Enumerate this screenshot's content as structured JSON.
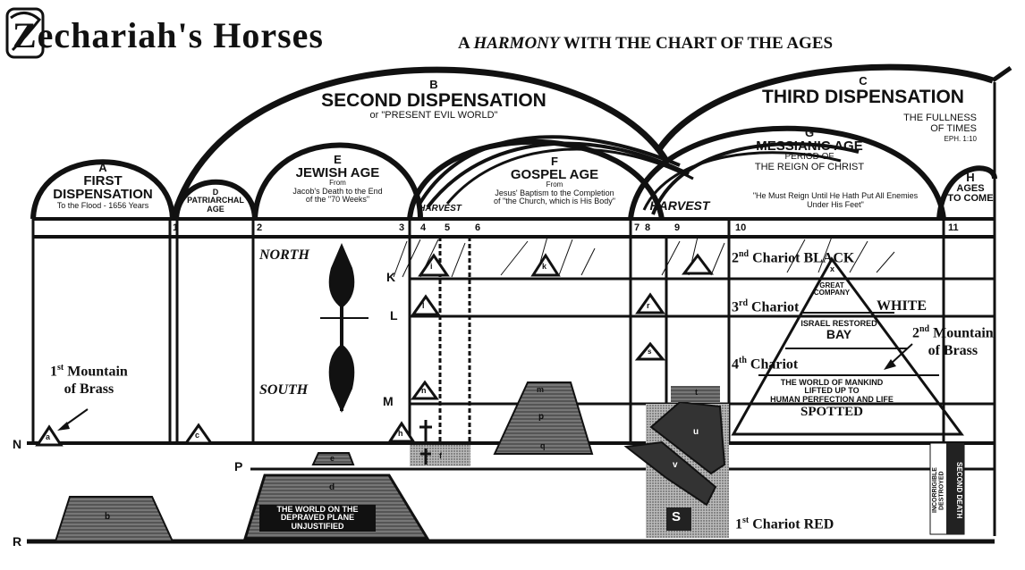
{
  "title": "Zechariah's Horses",
  "subtitle_prefix": "A ",
  "subtitle_em": "HARMONY",
  "subtitle_suffix": " WITH THE CHART OF THE AGES",
  "dispensations": {
    "a_letter": "A",
    "a_line1": "FIRST",
    "a_line2": "DISPENSATION",
    "a_note": "To the Flood - 1656 Years",
    "b_letter": "B",
    "b_name": "SECOND DISPENSATION",
    "b_note": "or \"PRESENT EVIL WORLD\"",
    "c_letter": "C",
    "c_name": "THIRD DISPENSATION",
    "c_note1": "THE FULLNESS",
    "c_note2": "OF TIMES",
    "c_ref": "EPH. 1:10"
  },
  "ages": {
    "d_letter": "D",
    "d_line1": "PATRIARCHAL",
    "d_line2": "AGE",
    "e_letter": "E",
    "e_name": "JEWISH AGE",
    "e_note1": "From",
    "e_note2": "Jacob's Death to the End",
    "e_note3": "of the \"70 Weeks\"",
    "f_letter": "F",
    "f_name": "GOSPEL AGE",
    "f_note1": "From",
    "f_note2": "Jesus' Baptism to the Completion",
    "f_note3": "of \"the Church, which is His Body\"",
    "g_letter": "G",
    "g_name": "MESSIANIC AGE",
    "g_note1": "PERIOD OF",
    "g_note2": "THE REIGN OF CHRIST",
    "g_quote1": "\"He Must Reign Until He Hath Put All Enemies",
    "g_quote2": "Under His Feet\"",
    "h_letter": "H",
    "h_line1": "AGES",
    "h_line2": "TO COME",
    "harvest1": "HARVEST",
    "harvest2": "HARVEST"
  },
  "column_numbers": [
    "1",
    "2",
    "3",
    "4",
    "5",
    "6",
    "7",
    "8",
    "9",
    "10",
    "11"
  ],
  "row_labels": [
    "K",
    "L",
    "M",
    "N",
    "P",
    "R"
  ],
  "compass": {
    "north": "NORTH",
    "south": "SOUTH"
  },
  "annotations": {
    "mountain1_line1": "1",
    "mountain1_sup": "st",
    "mountain1_line2": " Mountain",
    "mountain1_line3": "of Brass",
    "mountain2_line1": "2",
    "mountain2_sup": "nd",
    "mountain2_line2": " Mountain",
    "mountain2_line3": "of Brass",
    "chariot2_num": "2",
    "chariot2_sup": "nd",
    "chariot2_text": " Chariot BLACK",
    "chariot3_num": "3",
    "chariot3_sup": "rd",
    "chariot3_text": " Chariot",
    "chariot3_color": "WHITE",
    "chariot4_num": "4",
    "chariot4_sup": "th",
    "chariot4_text": " Chariot",
    "chariot1_num": "1",
    "chariot1_sup": "st",
    "chariot1_text": " Chariot RED"
  },
  "pyramid": {
    "great_company1": "GREAT",
    "great_company2": "COMPANY",
    "israel": "ISRAEL RESTORED",
    "bay": "BAY",
    "world1": "THE WORLD OF MANKIND",
    "world2": "LIFTED UP TO",
    "world3": "HUMAN PERFECTION AND LIFE",
    "spotted": "SPOTTED"
  },
  "plane_text1": "THE WORLD ON THE",
  "plane_text2": "DEPRAVED PLANE UNJUSTIFIED",
  "second_death1": "SECOND DEATH",
  "second_death2": "INCORRIGIBLE DESTROYED",
  "figure_letters": {
    "a": "a",
    "b": "b",
    "c": "c",
    "d": "d",
    "e": "e",
    "f": "f",
    "h": "h",
    "i": "i",
    "k": "k",
    "l": "l",
    "m": "m",
    "n": "n",
    "p": "p",
    "q": "q",
    "r": "r",
    "s": "s",
    "t": "t",
    "u": "u",
    "v": "v",
    "x": "x",
    "S": "S"
  },
  "colors": {
    "ink": "#111111",
    "hatch": "#555555",
    "paper": "#ffffff"
  }
}
